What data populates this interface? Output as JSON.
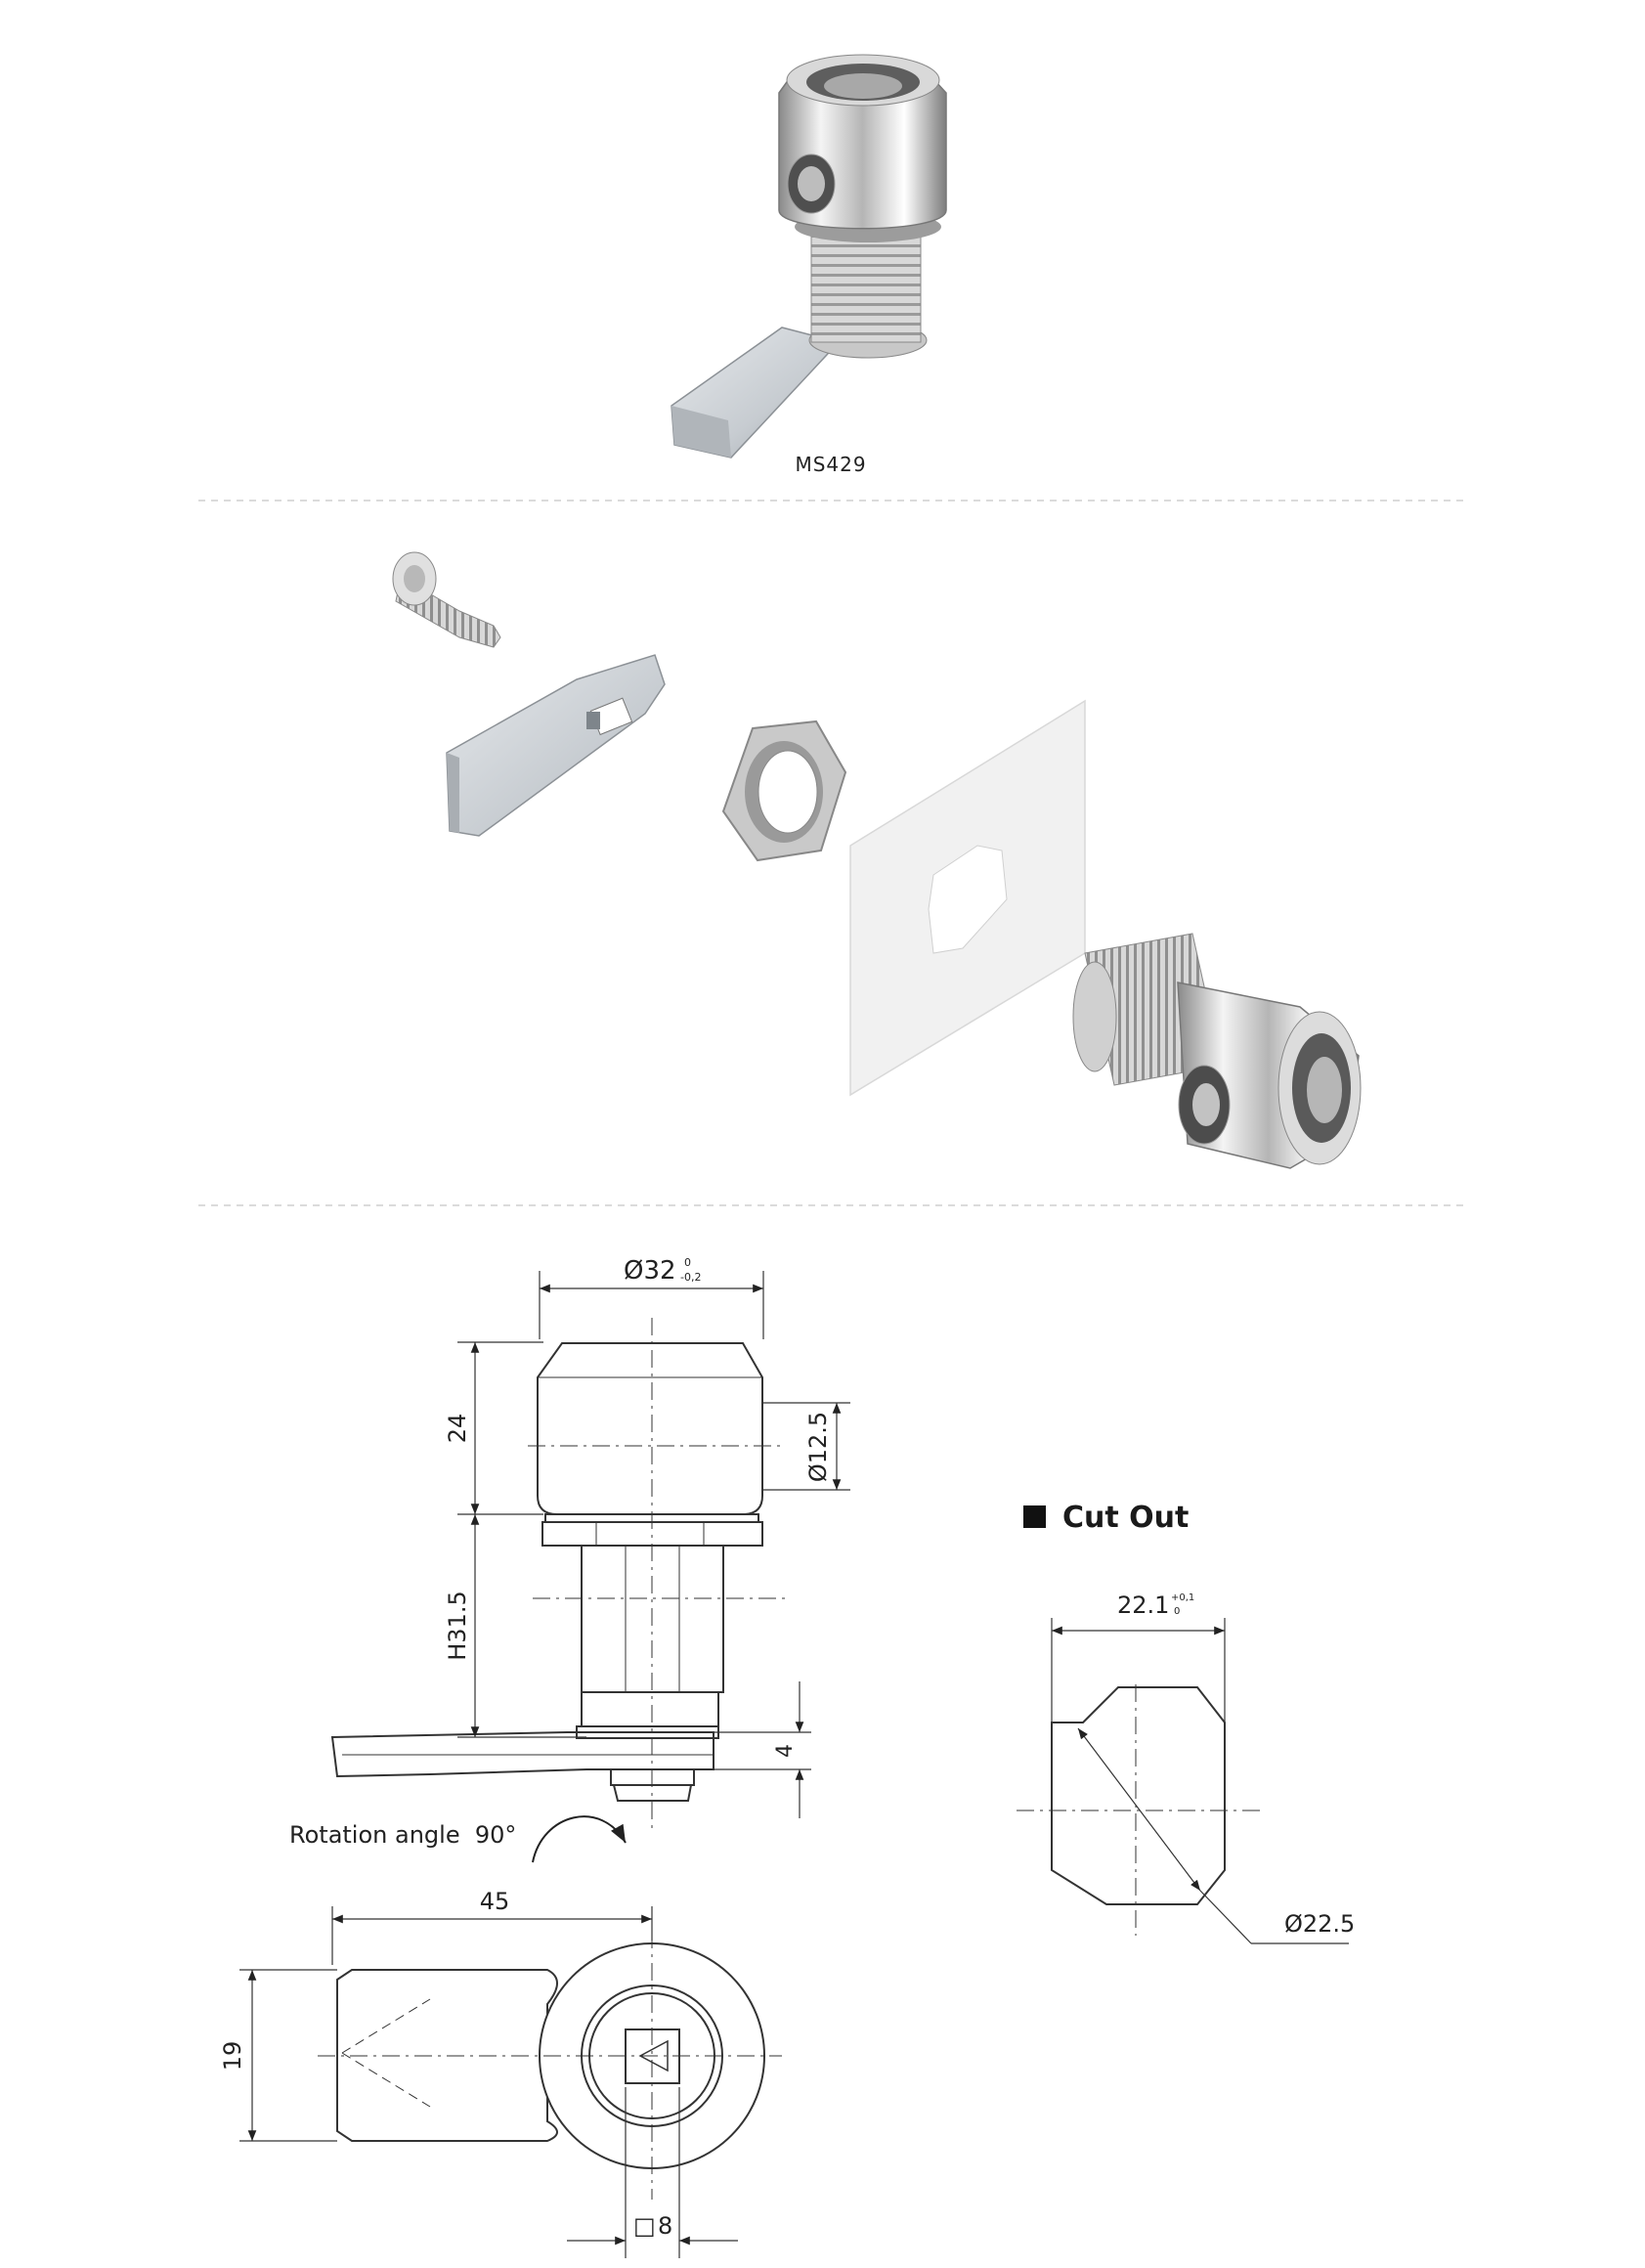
{
  "product": {
    "model": "MS429"
  },
  "dimensions": {
    "head_diameter": "Ø32",
    "head_tolerance_upper": "0",
    "head_tolerance_lower": "-0,2",
    "head_height": "24",
    "key_hole_diameter": "Ø12.5",
    "body_height": "H31.5",
    "cam_thickness": "4",
    "cam_length": "45",
    "cam_width": "19",
    "square_drive": "8",
    "square_symbol": "□"
  },
  "rotation": {
    "label": "Rotation angle  90°"
  },
  "cut_out": {
    "heading": "Cut Out",
    "width": "22.1",
    "width_tolerance_upper": "+0,1",
    "width_tolerance_lower": "0",
    "diameter": "Ø22.5"
  },
  "colors": {
    "line": "#333333",
    "divider": "#cfcfcf",
    "metal_light": "#f2f2f2",
    "metal_dark": "#7a7a7a"
  }
}
